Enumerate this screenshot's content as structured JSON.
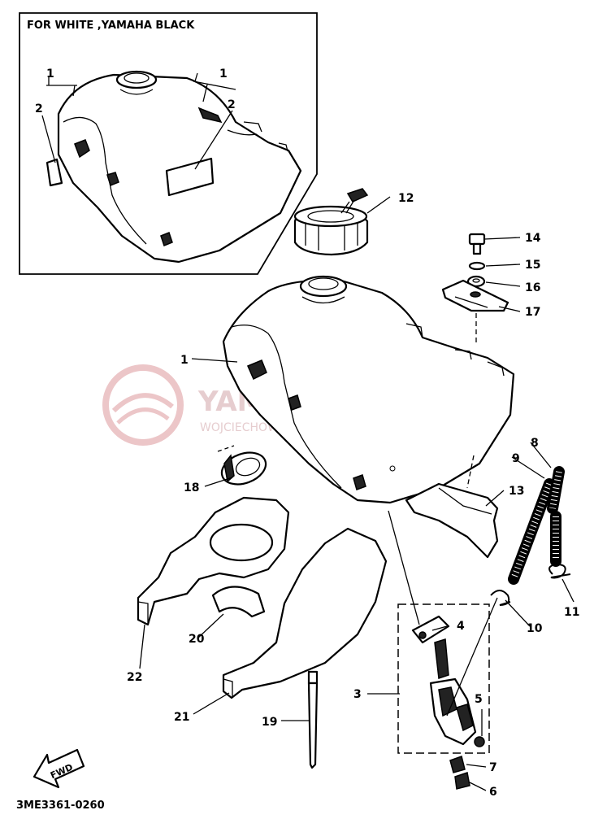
{
  "inset": {
    "title": "FOR WHITE ,YAMAHA BLACK"
  },
  "watermark": {
    "title": "YAMA-SKLEP.PL",
    "subtitle": "WOJCIECHOWICZ | DEALER YAMAHA"
  },
  "diagram_code": "3ME3361-0260",
  "fwd_label": "FWD",
  "callouts": {
    "c1": "1",
    "c2": "2",
    "c3": "3",
    "c4": "4",
    "c5": "5",
    "c6": "6",
    "c7": "7",
    "c8": "8",
    "c9": "9",
    "c10": "10",
    "c11": "11",
    "c12": "12",
    "c13": "13",
    "c14": "14",
    "c15": "15",
    "c16": "16",
    "c17": "17",
    "c18": "18",
    "c19": "19",
    "c20": "20",
    "c21": "21",
    "c22": "22"
  },
  "inset_callouts": {
    "i1a": "1",
    "i1b": "1",
    "i2a": "2",
    "i2b": "2"
  }
}
